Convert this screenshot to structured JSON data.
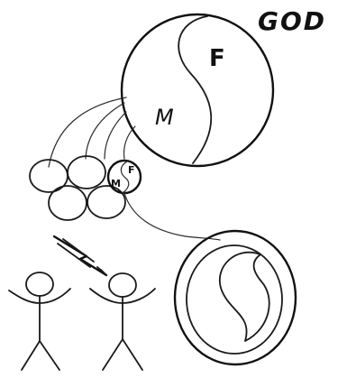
{
  "labels": {
    "title": "GOD",
    "god_feminine": "F",
    "god_masculine": "M",
    "soul_feminine": "F",
    "soul_masculine": "M"
  },
  "colors": {
    "ink": "#1a1a1a",
    "background": "#ffffff"
  }
}
